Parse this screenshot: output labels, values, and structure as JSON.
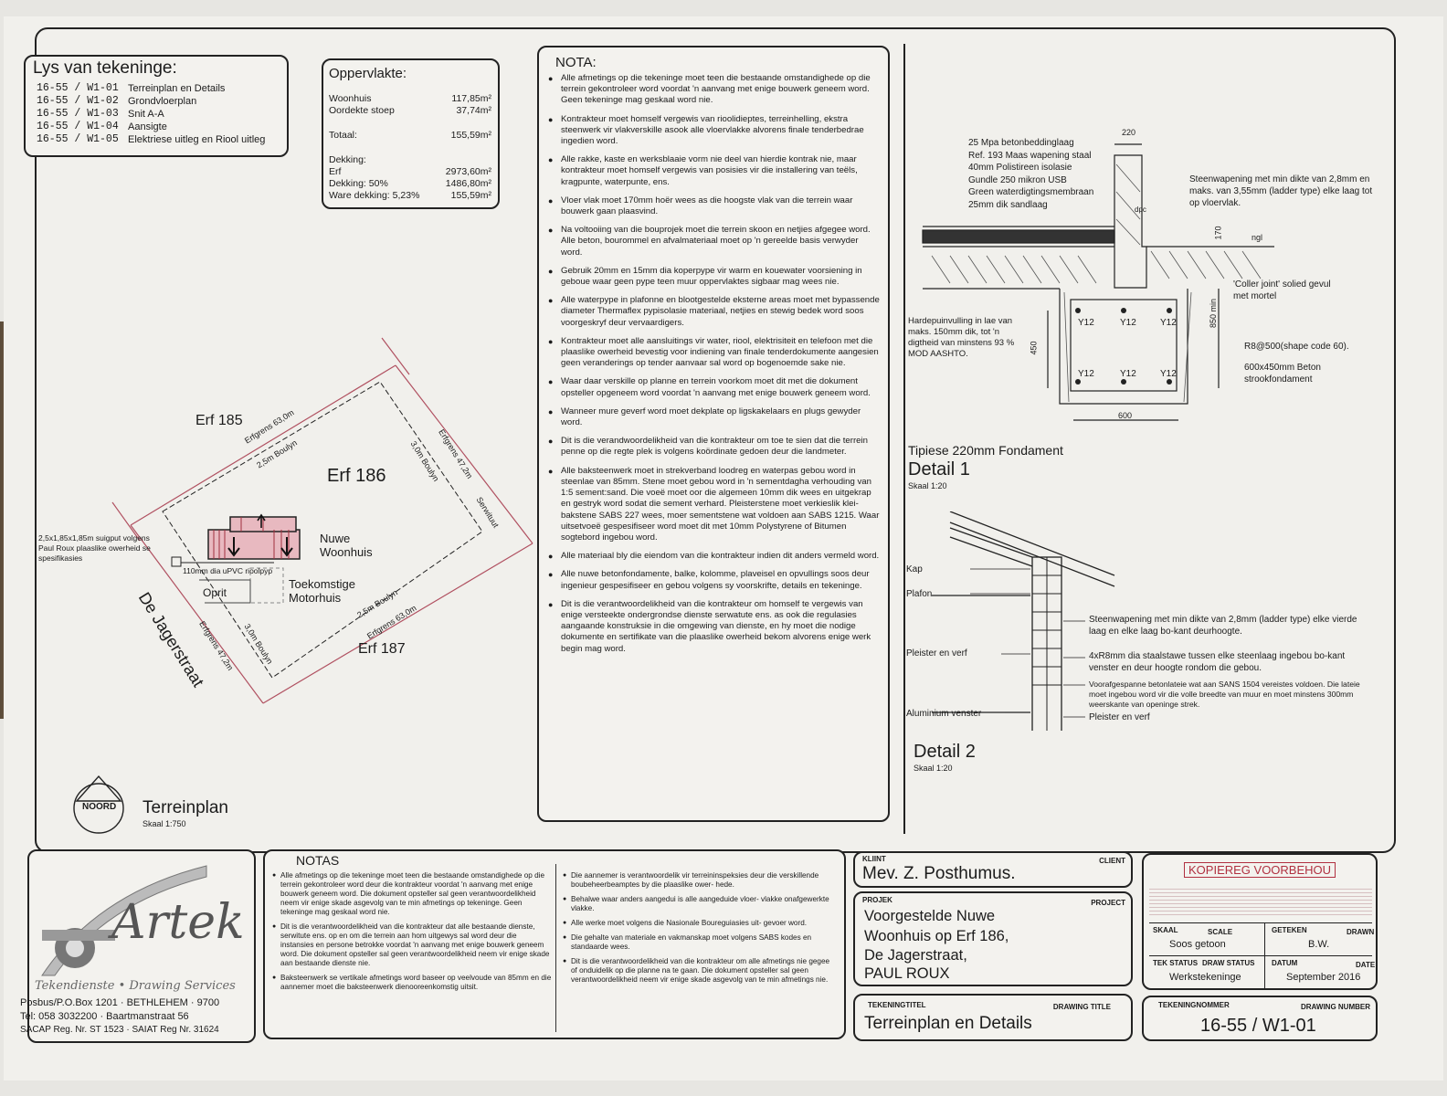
{
  "lys": {
    "title": "Lys van tekeninge:",
    "items": [
      {
        "code": "16-55 / W1-01",
        "name": "Terreinplan en Details"
      },
      {
        "code": "16-55 / W1-02",
        "name": "Grondvloerplan"
      },
      {
        "code": "16-55 / W1-03",
        "name": "Snit A-A"
      },
      {
        "code": "16-55 / W1-04",
        "name": "Aansigte"
      },
      {
        "code": "16-55 / W1-05",
        "name": "Elektriese uitleg en Riool uitleg"
      }
    ]
  },
  "oppervlakte": {
    "title": "Oppervlakte:",
    "woonhuis_label": "Woonhuis",
    "woonhuis_value": "117,85m²",
    "stoep_label": "Oordekte stoep",
    "stoep_value": "37,74m²",
    "totaal_label": "Totaal:",
    "totaal_value": "155,59m²",
    "dekking_label": "Dekking:",
    "erf_label": "Erf",
    "erf_value": "2973,60m²",
    "dekking_pct_label": "Dekking: 50%",
    "dekking_pct_value": "1486,80m²",
    "ware_label": "Ware dekking: 5,23%",
    "ware_value": "155,59m²"
  },
  "nota": {
    "title": "NOTA:",
    "items": [
      "Alle afmetings op die tekeninge moet teen die bestaande omstandighede op die terrein gekontroleer word voordat 'n aanvang met enige bouwerk geneem word. Geen tekeninge mag geskaal word nie.",
      "Kontrakteur moet homself vergewis van rioolidieptes, terreinhelling, ekstra steenwerk vir vlakverskille asook alle vloervlakke alvorens finale tenderbedrae ingedien word.",
      "Alle rakke, kaste en werksblaaie vorm nie deel van hierdie kontrak nie, maar kontrakteur moet homself vergewis van posisies vir die installering van teëls, kragpunte, waterpunte, ens.",
      "Vloer vlak moet 170mm hoër wees as die hoogste vlak van die terrein waar bouwerk gaan plaasvind.",
      "Na voltooiing van die bouprojek moet die terrein skoon en netjies afgegee word. Alle beton, bourommel en afvalmateriaal moet op 'n gereelde basis verwyder word.",
      "Gebruik 20mm en 15mm dia koperpype vir warm en kouewater voorsiening in geboue waar geen pype teen muur oppervlaktes sigbaar mag wees nie.",
      "Alle waterpype in plafonne en blootgestelde eksterne areas moet met bypassende diameter Thermaflex pypisolasie materiaal, netjies en stewig bedek word soos voorgeskryf deur vervaardigers.",
      "Kontrakteur moet alle aansluitings vir water, riool, elektrisiteit en telefoon met die plaaslike owerheid bevestig voor indiening van finale tenderdokumente aangesien geen veranderings op tender aanvaar sal word op bogenoemde sake nie.",
      "Waar daar verskille op planne en terrein voorkom moet dit met die dokument opsteller opgeneem word voordat 'n aanvang met enige bouwerk geneem word.",
      "Wanneer mure geverf word moet dekplate op ligskakelaars en plugs gewyder word.",
      "Dit is die verandwoordelikheid van die kontrakteur om toe te sien dat die terrein penne op die regte plek is volgens koördinate gedoen deur die landmeter.",
      "Alle baksteenwerk moet in strekverband loodreg en waterpas gebou word in steenlae van 85mm. Stene moet gebou word in 'n sementdagha verhouding van 1:5 sement:sand. Die voeë moet oor die algemeen 10mm dik wees en uitgekrap en gestryk word sodat die sement verhard. Pleisterstene moet verkieslik klei-bakstene SABS 227 wees, moer sementstene wat voldoen aan SABS 1215. Waar uitsetvoeë gespesifiseer word moet dit met 10mm Polystyrene of Bitumen sogtebord ingebou word.",
      "Alle materiaal bly die eiendom van die kontrakteur indien dit anders vermeld word.",
      "Alle nuwe betonfondamente, balke, kolomme, plaveisel en opvullings soos deur ingenieur gespesifiseer en gebou volgens sy voorskrifte, details en tekeninge.",
      "Dit is die verantwoordelikheid van die kontrakteur om homself te vergewis van enige versteekte ondergrondse dienste serwatute ens. as ook die regulasies aangaande konstruksie in die omgewing van dienste, en hy moet die nodige dokumente en sertifikate van die plaaslike owerheid bekom alvorens enige werk begin mag word."
    ]
  },
  "site": {
    "erf185": "Erf 185",
    "erf186": "Erf 186",
    "erf187": "Erf 187",
    "street": "De Jagerstraat",
    "servituut": "Serwituut",
    "grens_top": "Erfgrens 63,0m",
    "bou_top": "2,5m Boulyn",
    "grens_right": "Erfgrens 47,2m",
    "bou_right": "3,0m Boulyn",
    "grens_bottom": "Erfgrens 63,0m",
    "bou_bottom": "2,5m Boulyn",
    "grens_left": "Erfgrens 47,2m",
    "bou_left": "3,0m Boulyn",
    "nuwe_woonhuis": "Nuwe Woonhuis",
    "toekomstige": "Toekomstige Motorhuis",
    "oprit": "Oprit",
    "pipe": "110mm dia uPVC rioolpyp",
    "suigput": "2,5x1,85x1,85m suigput volgens Paul Roux plaaslike owerheid se spesifikasies",
    "noord": "NOORD",
    "title": "Terreinplan",
    "scale": "Skaal 1:750"
  },
  "detail1": {
    "labels": [
      "25 Mpa betonbeddinglaag",
      "Ref. 193 Maas wapening staal",
      "40mm Polistireen isolasie",
      "Gundle 250 mikron USB",
      "Green waterdigtingsmembraan",
      "25mm dik sandlaag"
    ],
    "dim220": "220",
    "dim170": "170",
    "dim850": "850 min",
    "dim450": "450",
    "dim600": "600",
    "dpc": "dpc",
    "ngl": "ngl",
    "steen": "Steenwapening met min dikte van 2,8mm en maks. van 3,55mm (ladder type) elke laag tot op vloervlak.",
    "coller": "'Coller joint' solied gevul met mortel",
    "hardepuin": "Hardepuinvulling in lae van maks. 150mm dik, tot 'n digtheid van minstens 93 % MOD AASHTO.",
    "r8": "R8@500(shape code 60).",
    "beton": "600x450mm Beton strookfondament",
    "y12": "Y12",
    "subtitle": "Tipiese 220mm Fondament",
    "title": "Detail 1",
    "scale": "Skaal 1:20"
  },
  "detail2": {
    "kap": "Kap",
    "plafon": "Plafon",
    "pleister": "Pleister en verf",
    "aluminium": "Aluminium venster",
    "steen": "Steenwapening met min dikte van 2,8mm (ladder type) elke vierde laag en elke laag bo-kant deurhoogte.",
    "staal": "4xR8mm dia staalstawe tussen elke steenlaag ingebou bo-kant venster en deur hoogte rondom die gebou.",
    "latei": "Voorafgespanne betonlateie wat aan SANS 1504 vereistes voldoen. Die lateie moet ingebou word vir die volle breedte van muur en moet minstens 300mm weerskante van openinge strek.",
    "pleister2": "Pleister en verf",
    "title": "Detail 2",
    "scale": "Skaal 1:20"
  },
  "artek": {
    "logo": "Artek",
    "services": "Tekendienste • Drawing Services",
    "addr1": "Posbus/P.O.Box 1201 · BETHLEHEM · 9700",
    "addr2": "Tel: 058 3032200 · Baartmanstraat 56",
    "addr3": "SACAP Reg. Nr. ST 1523 · SAIAT Reg Nr. 31624"
  },
  "notas": {
    "title": "NOTAS",
    "left": [
      "Alle afmetings op die tekeninge moet teen die bestaande omstandighede op die terrein gekontroleer word deur die kontrakteur voordat 'n aanvang met enige bouwerk geneem word. Die dokument opsteller sal geen verantwoordelikheid neem vir enige skade asgevolg van te min afmetings op tekeninge. Geen tekeninge mag geskaal word nie.",
      "Dit is die verantwoordelikheid van die kontrakteur dat alle bestaande dienste, serwitute ens. op en om die terrein aan hom uitgewys sal word deur die instansies en persone betrokke voordat 'n aanvang met enige bouwerk geneem word. Die dokument opsteller sal geen verantwoordelikheid neem vir enige skade aan bestaande dienste nie.",
      "Baksteenwerk se vertikale afmetings word baseer op veelvoude van 85mm en die aannemer moet die baksteenwerk dienooreenkomstig uitsit."
    ],
    "right": [
      "Die aannemer is verantwoordelik vir terreininspeksies deur die verskillende boubeheerbeamptes by die plaaslike ower- hede.",
      "Behalwe waar anders aangedui is alle aangeduide vloer- vlakke onafgewerkte vlakke.",
      "Alle werke moet volgens die Nasionale Boureguiasies uit- gevoer word.",
      "Die gehalte van materiale en vakmanskap moet volgens SABS kodes en standaarde wees.",
      "Dit is die verantwoordelikheid van die kontrakteur om alle afmetings nie gegee of onduidelik op die planne na te gaan. Die dokument opsteller sal geen verantwoordelikheid neem vir enige skade asgevolg van te min afmetings nie."
    ]
  },
  "titleblock": {
    "kliint_label": "KLIINT",
    "client_label": "CLIENT",
    "client": "Mev. Z. Posthumus.",
    "projek_label": "PROJEK",
    "project_label": "PROJECT",
    "project_l1": "Voorgestelde Nuwe",
    "project_l2": "Woonhuis op Erf 186,",
    "project_l3": "De Jagerstraat,",
    "project_l4": "PAUL ROUX",
    "tekeningtitel_label": "TEKENINGTITEL",
    "drawing_title_label": "DRAWING TITLE",
    "drawing_title": "Terreinplan en Details",
    "kopiereg": "KOPIEREG VOORBEHOU",
    "skaal_label": "SKAAL",
    "scale_label": "SCALE",
    "scale": "Soos getoon",
    "geteken_label": "GETEKEN",
    "drawn_label": "DRAWN",
    "drawn": "B.W.",
    "tek_status_label": "TEK STATUS",
    "draw_status_label": "DRAW STATUS",
    "status": "Werkstekeninge",
    "datum_label": "DATUM",
    "date_label": "DATE",
    "date": "September 2016",
    "tekeningnommer_label": "TEKENINGNOMMER",
    "drawing_number_label": "DRAWING NUMBER",
    "drawing_number": "16-55 / W1-01"
  }
}
